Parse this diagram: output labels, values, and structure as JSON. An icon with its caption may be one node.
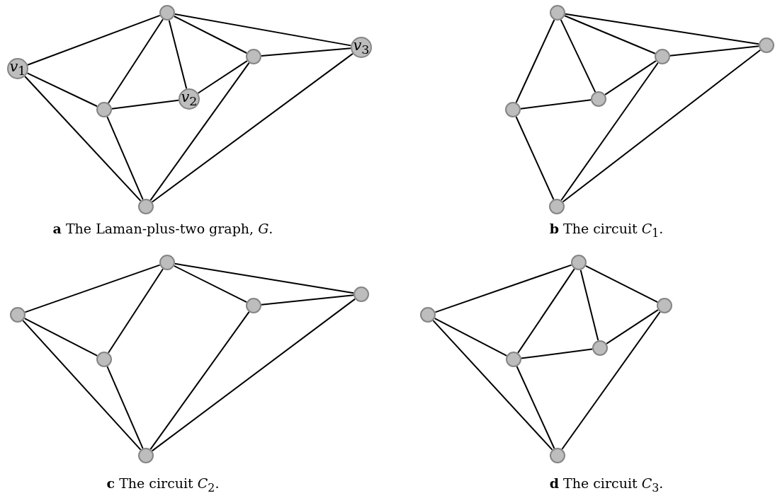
{
  "diagram": {
    "nodes": [
      {
        "text": [],
        "shape": "circle"
      },
      {
        "text": [
          "*v*$_{1}$"
        ]
      },
      {
        "text": [],
        "shape": "circle"
      },
      {
        "text": [
          "*v*$_{2}$"
        ]
      },
      {
        "text": [],
        "shape": "circle"
      },
      {
        "text": [
          "*v*$_{3}$"
        ]
      },
      {
        "text": [],
        "shape": "circle"
      },
      {
        "text": [],
        "shape": "circle"
      },
      {
        "text": [],
        "shape": "circle"
      },
      {
        "text": [],
        "shape": "circle"
      },
      {
        "text": [],
        "shape": "circle"
      },
      {
        "text": [],
        "shape": "circle"
      },
      {
        "text": [],
        "shape": "circle"
      },
      {
        "text": [],
        "shape": "circle"
      },
      {
        "text": [],
        "shape": "circle"
      },
      {
        "text": [],
        "shape": "circle"
      },
      {
        "text": [],
        "shape": "circle"
      },
      {
        "text": [],
        "shape": "circle"
      },
      {
        "text": [],
        "shape": "circle"
      },
      {
        "text": [],
        "shape": "circle"
      },
      {
        "text": [],
        "shape": "circle"
      },
      {
        "text": [],
        "shape": "circle"
      },
      {
        "text": [],
        "shape": "circle"
      },
      {
        "text": [],
        "shape": "circle"
      },
      {
        "text": [],
        "shape": "circle"
      }
    ],
    "edges": [
      {
        "from": 1,
        "to": 0,
        "arrow": "none"
      },
      {
        "from": 1,
        "to": 2,
        "arrow": "none"
      },
      {
        "from": 1,
        "to": 6,
        "arrow": "none"
      },
      {
        "from": 0,
        "to": 2,
        "arrow": "none"
      },
      {
        "from": 0,
        "to": 3,
        "arrow": "none"
      },
      {
        "from": 0,
        "to": 4,
        "arrow": "none"
      },
      {
        "from": 0,
        "to": 5,
        "arrow": "none"
      },
      {
        "from": 2,
        "to": 3,
        "arrow": "none"
      },
      {
        "from": 3,
        "to": 4,
        "arrow": "none"
      },
      {
        "from": 4,
        "to": 5,
        "arrow": "none"
      },
      {
        "from": 2,
        "to": 6,
        "arrow": "none"
      },
      {
        "from": 4,
        "to": 6,
        "arrow": "none"
      },
      {
        "from": 5,
        "to": 6,
        "arrow": "none"
      },
      {
        "from": 7,
        "to": 11,
        "arrow": "none"
      },
      {
        "from": 7,
        "to": 10,
        "arrow": "none"
      },
      {
        "from": 7,
        "to": 8,
        "arrow": "none"
      },
      {
        "from": 7,
        "to": 9,
        "arrow": "none"
      },
      {
        "from": 11,
        "to": 10,
        "arrow": "none"
      },
      {
        "from": 10,
        "to": 8,
        "arrow": "none"
      },
      {
        "from": 8,
        "to": 9,
        "arrow": "none"
      },
      {
        "from": 11,
        "to": 12,
        "arrow": "none"
      },
      {
        "from": 8,
        "to": 12,
        "arrow": "none"
      },
      {
        "from": 9,
        "to": 12,
        "arrow": "none"
      },
      {
        "from": 15,
        "to": 13,
        "arrow": "none"
      },
      {
        "from": 15,
        "to": 17,
        "arrow": "none"
      },
      {
        "from": 15,
        "to": 18,
        "arrow": "none"
      },
      {
        "from": 13,
        "to": 17,
        "arrow": "none"
      },
      {
        "from": 13,
        "to": 16,
        "arrow": "none"
      },
      {
        "from": 13,
        "to": 14,
        "arrow": "none"
      },
      {
        "from": 16,
        "to": 14,
        "arrow": "none"
      },
      {
        "from": 17,
        "to": 18,
        "arrow": "none"
      },
      {
        "from": 16,
        "to": 18,
        "arrow": "none"
      },
      {
        "from": 14,
        "to": 18,
        "arrow": "none"
      },
      {
        "from": 21,
        "to": 19,
        "arrow": "none"
      },
      {
        "from": 21,
        "to": 23,
        "arrow": "none"
      },
      {
        "from": 21,
        "to": 24,
        "arrow": "none"
      },
      {
        "from": 19,
        "to": 23,
        "arrow": "none"
      },
      {
        "from": 19,
        "to": 22,
        "arrow": "none"
      },
      {
        "from": 19,
        "to": 20,
        "arrow": "none"
      },
      {
        "from": 23,
        "to": 22,
        "arrow": "none"
      },
      {
        "from": 22,
        "to": 20,
        "arrow": "none"
      },
      {
        "from": 23,
        "to": 24,
        "arrow": "none"
      },
      {
        "from": 20,
        "to": 24,
        "arrow": "none"
      }
    ],
    "labels": [
      "**a** The Laman-plus-two graph, *G*.",
      "**b** The circuit *C*$_{1}$.",
      "**c** The circuit *C*$_{2}$.",
      "**d** The circuit *C*$_{3}$."
    ]
  }
}
